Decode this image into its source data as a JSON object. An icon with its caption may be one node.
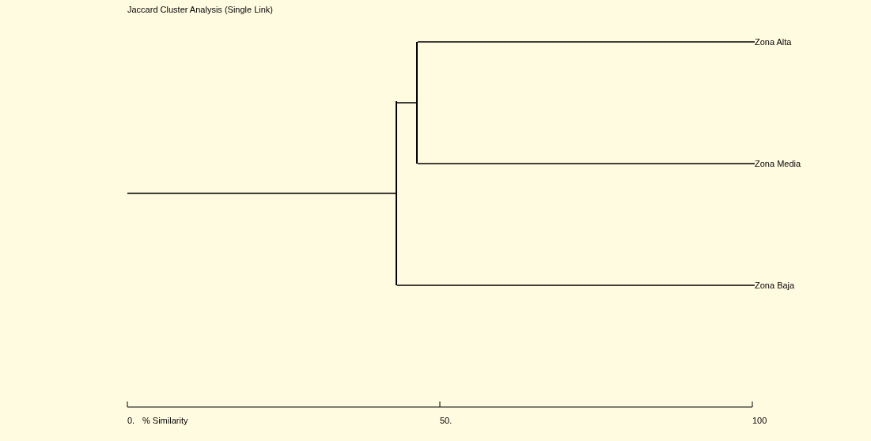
{
  "diagram": {
    "title": "Jaccard Cluster Analysis (Single Link)",
    "nodes": [
      {
        "text": [
          "Zona Alta"
        ]
      },
      {
        "text": [
          "Zona Media"
        ]
      },
      {
        "text": [
          "Zona Baja"
        ]
      },
      {
        "text": [],
        "shape": "bar"
      },
      {
        "text": [],
        "shape": "bar"
      }
    ],
    "edges": [
      {
        "from": null,
        "to": 3,
        "arrow": "none"
      },
      {
        "from": 3,
        "to": 4,
        "arrow": "none"
      },
      {
        "from": 3,
        "to": 2,
        "arrow": "none"
      },
      {
        "from": 4,
        "to": 0,
        "arrow": "none"
      },
      {
        "from": 4,
        "to": 1,
        "arrow": "none"
      }
    ],
    "labels": [
      "0.",
      "% Similarity",
      "50.",
      "100"
    ]
  }
}
